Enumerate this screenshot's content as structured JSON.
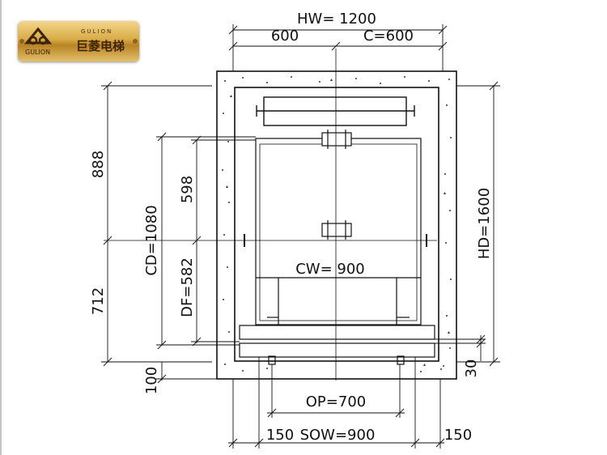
{
  "logo": {
    "brand_en": "GULION",
    "brand_cn": "巨菱电梯",
    "brand_sub": "GULION"
  },
  "dimensions": {
    "hw": "HW= 1200",
    "left_half": "600",
    "c": "C=600",
    "d888": "888",
    "d598": "598",
    "cd": "CD=1080",
    "df": "DF=582",
    "d712": "712",
    "d100": "100",
    "hd": "HD=1600",
    "cw": "CW= 900",
    "d30": "30",
    "op": "OP=700",
    "left150": "150",
    "sow": "SOW=900",
    "right150": "150"
  }
}
